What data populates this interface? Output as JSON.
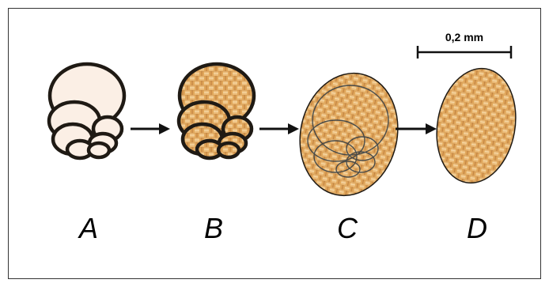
{
  "panels": [
    {
      "id": "A",
      "label": "A"
    },
    {
      "id": "B",
      "label": "B"
    },
    {
      "id": "C",
      "label": "C"
    },
    {
      "id": "D",
      "label": "D"
    }
  ],
  "scale_bar": {
    "label": "0,2 mm"
  },
  "colors": {
    "outline": "#1f1a14",
    "light_fill": "#fbefe5",
    "texture_base": "#e0a65a",
    "texture_light": "#f0c88a",
    "texture_dark": "#b7793a"
  }
}
